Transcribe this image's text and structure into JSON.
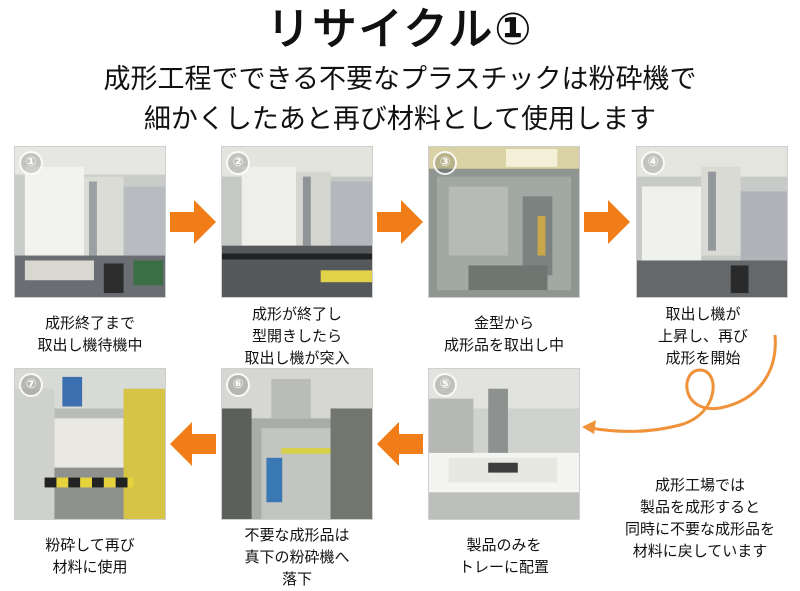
{
  "title": "リサイクル①",
  "subtitle": {
    "line1": "成形工程でできる不要なプラスチックは粉砕機で",
    "line2": "細かくしたあと再び材料として使用します"
  },
  "colors": {
    "arrow": "#f07d17",
    "curve": "#f0923a"
  },
  "steps": [
    {
      "number": "①",
      "caption": [
        "成形終了まで",
        "取出し機待機中"
      ]
    },
    {
      "number": "②",
      "caption": [
        "成形が終了し",
        "型開きしたら",
        "取出し機が突入"
      ]
    },
    {
      "number": "③",
      "caption": [
        "金型から",
        "成形品を取出し中"
      ]
    },
    {
      "number": "④",
      "caption": [
        "取出し機が",
        "上昇し、再び",
        "成形を開始"
      ]
    },
    {
      "number": "⑤",
      "caption": [
        "製品のみを",
        "トレーに配置"
      ]
    },
    {
      "number": "⑥",
      "caption": [
        "不要な成形品は",
        "真下の粉砕機へ",
        "落下"
      ]
    },
    {
      "number": "⑦",
      "caption": [
        "粉砕して再び",
        "材料に使用"
      ]
    }
  ],
  "note": [
    "成形工場では",
    "製品を成形すると",
    "同時に不要な成形品を",
    "材料に戻しています"
  ]
}
